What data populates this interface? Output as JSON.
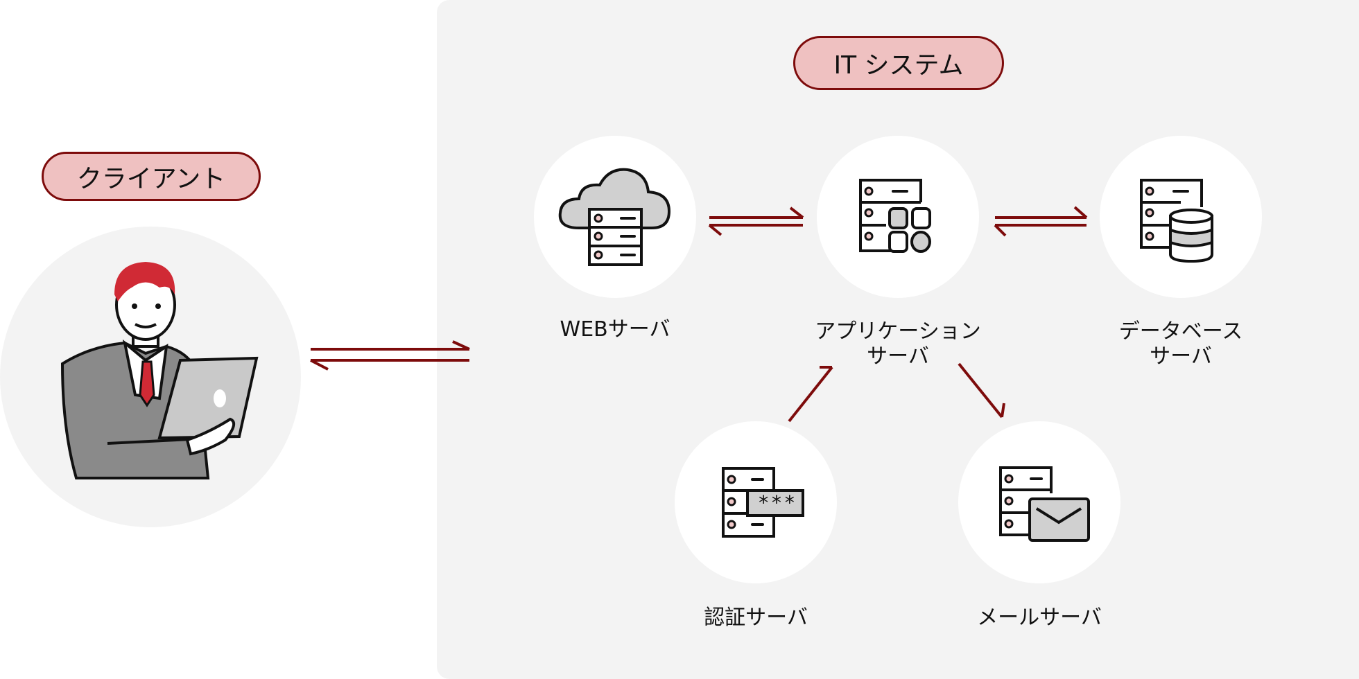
{
  "client": {
    "title": "クライアント",
    "icon": "businessman-laptop-icon"
  },
  "system": {
    "title": "IT システム",
    "servers": [
      {
        "id": "web",
        "label": "WEBサーバ",
        "icon": "cloud-server-icon"
      },
      {
        "id": "app",
        "label_line1": "アプリケーション",
        "label_line2": "サーバ",
        "icon": "application-server-icon"
      },
      {
        "id": "db",
        "label_line1": "データベース",
        "label_line2": "サーバ",
        "icon": "database-server-icon"
      },
      {
        "id": "auth",
        "label": "認証サーバ",
        "icon": "auth-server-icon",
        "password_mask": "***"
      },
      {
        "id": "mail",
        "label": "メールサーバ",
        "icon": "mail-server-icon"
      }
    ]
  },
  "connections": [
    {
      "from": "client",
      "to": "web",
      "type": "bidirectional"
    },
    {
      "from": "web",
      "to": "app",
      "type": "bidirectional"
    },
    {
      "from": "app",
      "to": "db",
      "type": "bidirectional"
    },
    {
      "from": "auth",
      "to": "app",
      "type": "one-way"
    },
    {
      "from": "app",
      "to": "mail",
      "type": "one-way"
    }
  ],
  "colors": {
    "accent": "#7d0b0b",
    "pill_fill": "#efc1c1",
    "hair": "#d02a35",
    "panel": "#f3f3f3",
    "icon_gray": "#d0d0d0"
  }
}
